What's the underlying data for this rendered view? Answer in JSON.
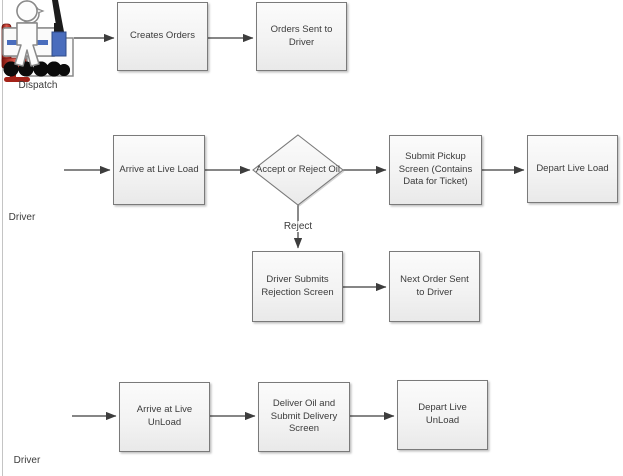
{
  "diagram": {
    "actors": {
      "dispatch": "Dispatch",
      "driver_load": "Driver",
      "driver_unload": "Driver"
    },
    "dispatch_row": {
      "creates_orders": "Creates Orders",
      "orders_sent_to_driver": "Orders Sent to Driver"
    },
    "load_row": {
      "arrive_live_load": "Arrive at Live Load",
      "accept_or_reject_oil": "Accept or Reject Oil",
      "submit_pickup_screen": "Submit Pickup Screen (Contains Data for Ticket)",
      "depart_live_load": "Depart Live Load"
    },
    "reject_branch": {
      "reject_label": "Reject",
      "driver_submits_rejection": "Driver Submits Rejection Screen",
      "next_order_sent": "Next Order Sent to Driver"
    },
    "unload_row": {
      "arrive_live_unload": "Arrive at Live UnLoad",
      "deliver_oil_submit_delivery": "Deliver Oil and Submit Delivery Screen",
      "depart_live_unload": "Depart Live UnLoad"
    },
    "colors": {
      "box_border": "#7a7a7a",
      "box_fill_top": "#fbfbfb",
      "box_fill_bottom": "#e9e9e9",
      "arrow": "#3d3d3d",
      "truck_blue": "#4a6dbd",
      "chair_red": "#a32218"
    }
  }
}
